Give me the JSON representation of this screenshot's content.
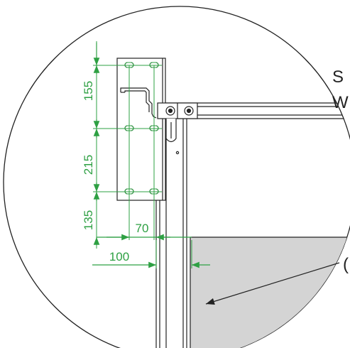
{
  "dimensions": {
    "vertical": [
      "155",
      "215",
      "135"
    ],
    "horizontal_inner": "70",
    "horizontal_outer": "100"
  },
  "edge_labels": [
    "S",
    "W",
    "("
  ],
  "colors": {
    "dimension": "#2ea043",
    "outline": "#222222",
    "panel_fill": "#d4d4d4"
  }
}
